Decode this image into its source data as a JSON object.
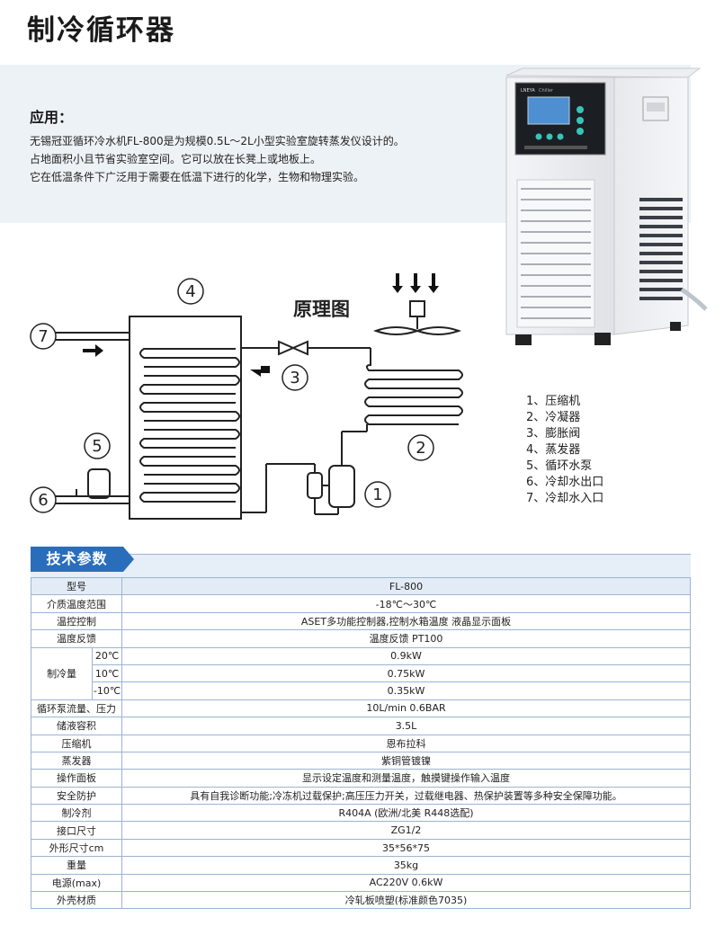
{
  "page": {
    "title": "制冷循环器"
  },
  "application": {
    "heading": "应用：",
    "lines": [
      "无锡冠亚循环冷水机FL-800是为规模0.5L～2L小型实验室旋转蒸发仪设计的。",
      "占地面积小且节省实验室空间。它可以放在长凳上或地板上。",
      "它在低温条件下广泛用于需要在低温下进行的化学，生物和物理实验。"
    ]
  },
  "product": {
    "brand": "LNEYA",
    "model_tag": "Chiller"
  },
  "diagram": {
    "title": "原理图",
    "numbers": [
      "1",
      "2",
      "3",
      "4",
      "5",
      "6",
      "7"
    ],
    "legend": [
      "1、压缩机",
      "2、冷凝器",
      "3、膨胀阀",
      "4、蒸发器",
      "5、循环水泵",
      "6、冷却水出口",
      "7、冷却水入口"
    ]
  },
  "specs": {
    "tab_label": "技术参数",
    "header": {
      "label": "型号",
      "value": "FL-800"
    },
    "rows": [
      {
        "label": "介质温度范围",
        "value": "-18℃～30℃"
      },
      {
        "label": "温控控制",
        "value": "ASET多功能控制器,控制水箱温度 液晶显示面板"
      },
      {
        "label": "温度反馈",
        "value": "温度反馈 PT100"
      }
    ],
    "cooling": {
      "label": "制冷量",
      "rows": [
        {
          "temp": "20℃",
          "value": "0.9kW"
        },
        {
          "temp": "10℃",
          "value": "0.75kW"
        },
        {
          "temp": "-10℃",
          "value": "0.35kW"
        }
      ]
    },
    "rows2": [
      {
        "label": "循环泵流量、压力",
        "value": "10L/min  0.6BAR"
      },
      {
        "label": "储液容积",
        "value": "3.5L"
      },
      {
        "label": "压缩机",
        "value": "恩布拉科"
      },
      {
        "label": "蒸发器",
        "value": "紫铜管镀镍"
      },
      {
        "label": "操作面板",
        "value": "显示设定温度和测量温度，触摸键操作输入温度"
      },
      {
        "label": "安全防护",
        "value": "具有自我诊断功能;冷冻机过载保护;高压压力开关，过载继电器、热保护装置等多种安全保障功能。"
      },
      {
        "label": "制冷剂",
        "value": "R404A  (欧洲/北美 R448选配)"
      },
      {
        "label": "接口尺寸",
        "value": "ZG1/2"
      },
      {
        "label": "外形尺寸cm",
        "value": "35*56*75"
      },
      {
        "label": "重量",
        "value": "35kg"
      },
      {
        "label": "电源(max)",
        "value": "AC220V  0.6kW"
      },
      {
        "label": "外壳材质",
        "value": "冷轧板喷塑(标准颜色7035)"
      }
    ]
  }
}
